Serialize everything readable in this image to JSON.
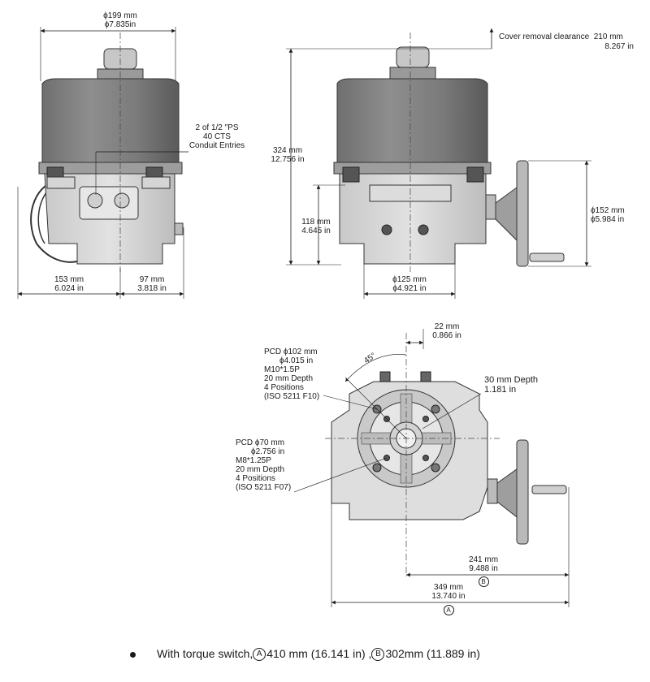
{
  "front_view": {
    "dia_mm": "ϕ199 mm",
    "dia_in": "ϕ7.835in",
    "conduit_line1": "2 of 1/2 \"PS",
    "conduit_line2": "40 CTS",
    "conduit_line3": "Conduit Entries",
    "left_mm": "153 mm",
    "left_in": "6.024 in",
    "right_mm": "97 mm",
    "right_in": "3.818 in"
  },
  "side_view": {
    "cover_clearance_label": "Cover removal clearance",
    "cover_mm": "210 mm",
    "cover_in": "8.267 in",
    "height_mm": "324 mm",
    "height_in": "12.756 in",
    "base_mm": "118 mm",
    "base_in": "4.645 in",
    "bottom_dia_mm": "ϕ125 mm",
    "bottom_dia_in": "ϕ4.921 in",
    "handwheel_mm": "ϕ152 mm",
    "handwheel_in": "ϕ5.984 in"
  },
  "top_view": {
    "pcd1_line1": "PCD ϕ102 mm",
    "pcd1_line2": "ϕ4.015 in",
    "pcd1_line3": "M10*1.5P",
    "pcd1_line4": "20 mm Depth",
    "pcd1_line5": "4 Positions",
    "pcd1_line6": "(ISO 5211 F10)",
    "pcd2_line1": "PCD ϕ70 mm",
    "pcd2_line2": "ϕ2.756 in",
    "pcd2_line3": "M8*1.25P",
    "pcd2_line4": "20 mm Depth",
    "pcd2_line5": "4 Positions",
    "pcd2_line6": "(ISO 5211 F07)",
    "angle": "45°",
    "offset_mm": "22 mm",
    "offset_in": "0.866 in",
    "depth_mm": "30 mm  Depth",
    "depth_in": "1.181 in",
    "b_mm": "241 mm",
    "b_in": "9.488 in",
    "b_tag": "B",
    "a_mm": "349 mm",
    "a_in": "13.740 in",
    "a_tag": "A"
  },
  "footnote": {
    "prefix": "With torque switch,",
    "a_tag": "A",
    "a_value": "410 mm (16.141 in)",
    "sep": " ,",
    "b_tag": "B",
    "b_value": "302mm (11.889 in)"
  }
}
